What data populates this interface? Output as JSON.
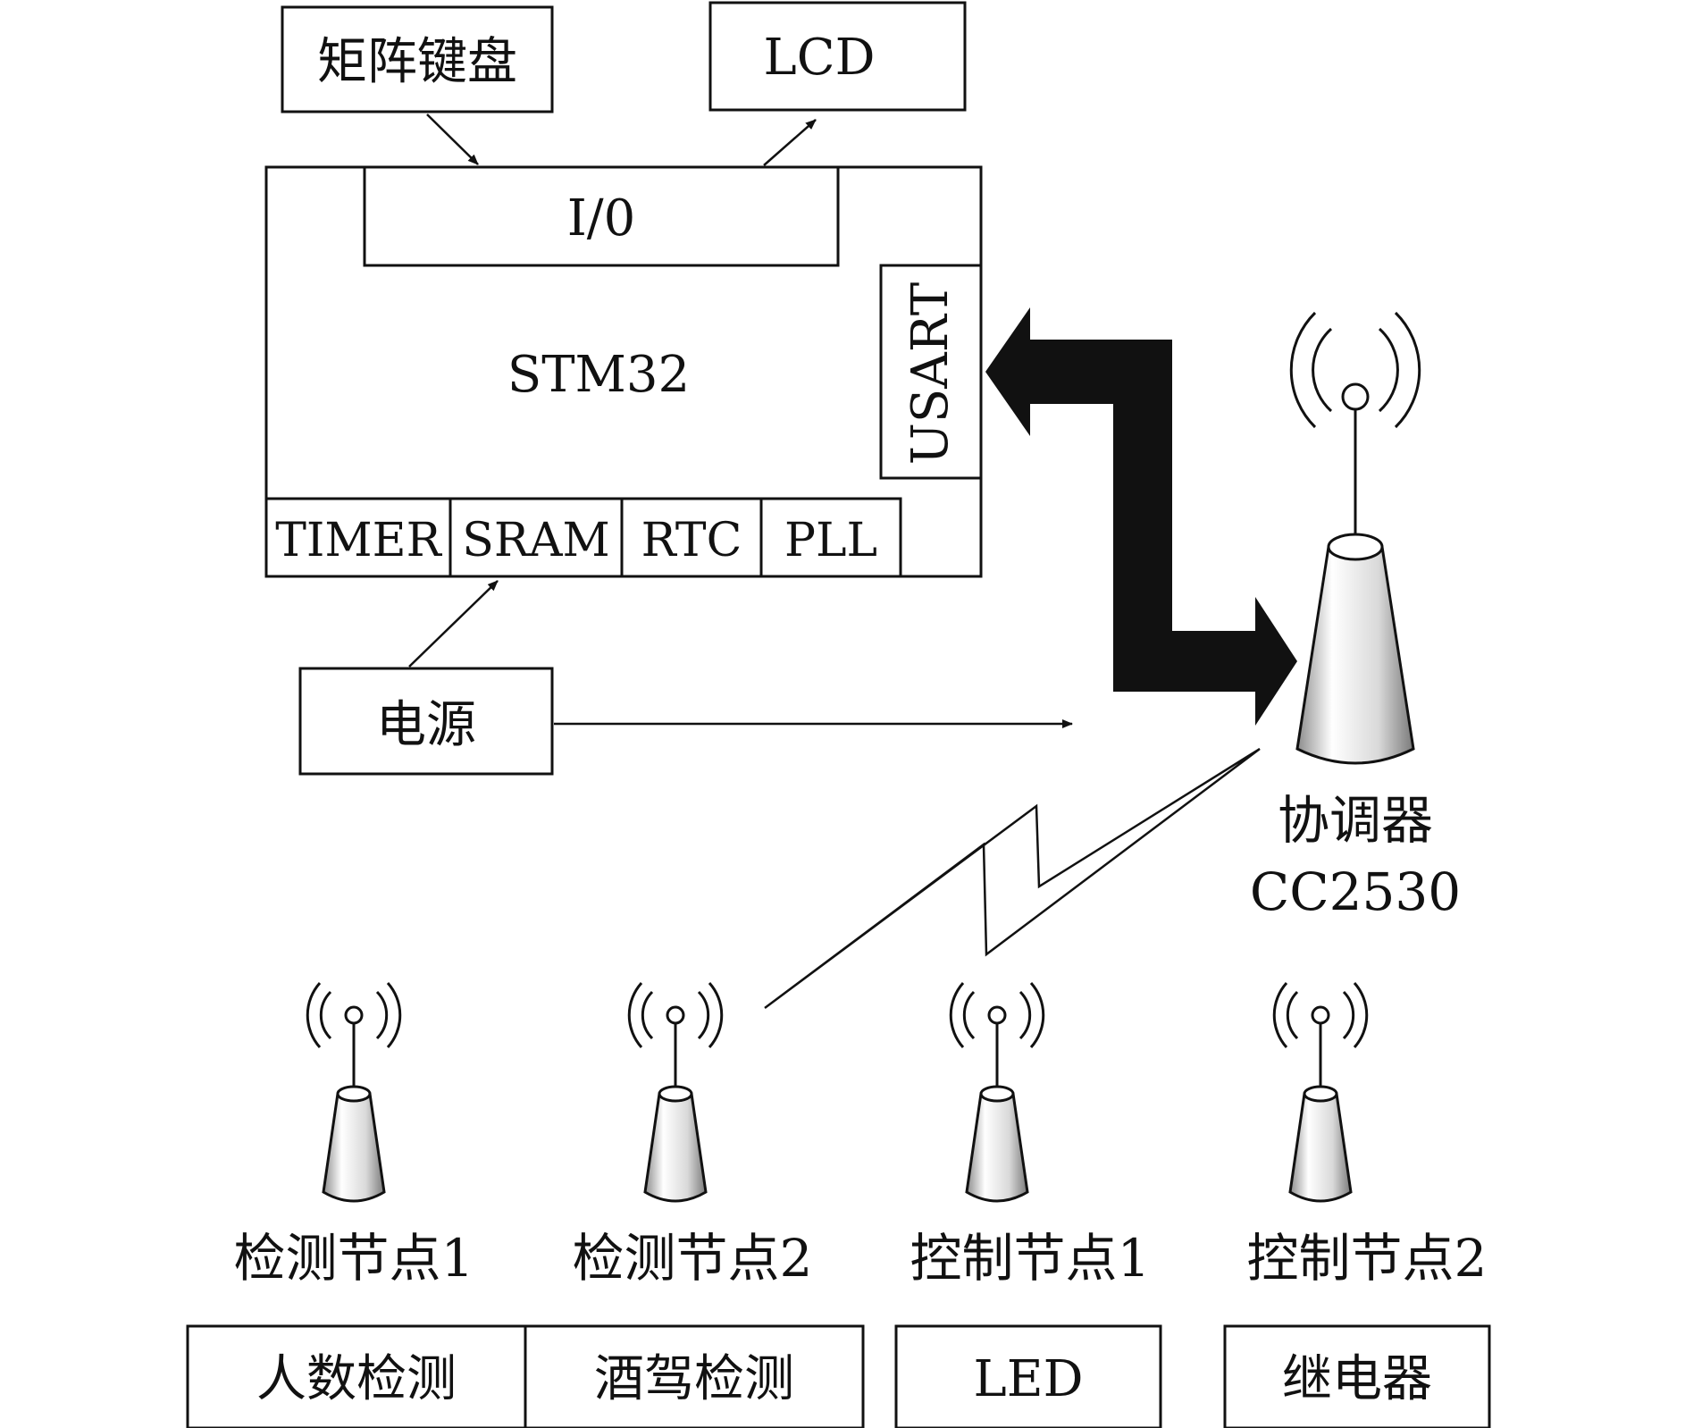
{
  "stm32_block": {
    "chip_label": "STM32",
    "io_label": "I/0",
    "usart_label": "USART",
    "modules": [
      "TIMER",
      "SRAM",
      "RTC",
      "PLL"
    ]
  },
  "peripherals": {
    "keypad": "矩阵键盘",
    "lcd": "LCD",
    "power": "电源"
  },
  "coordinator": {
    "name": "协调器",
    "chip": "CC2530"
  },
  "nodes": [
    {
      "label": "检测节点1"
    },
    {
      "label": "检测节点2"
    },
    {
      "label": "控制节点1"
    },
    {
      "label": "控制节点2"
    }
  ],
  "functions": [
    "人数检测",
    "酒驾检测",
    "LED",
    "继电器"
  ],
  "colors": {
    "line": "#111111",
    "antenna_fill_light": "#ffffff",
    "antenna_fill_dark": "#9a9a9a"
  }
}
